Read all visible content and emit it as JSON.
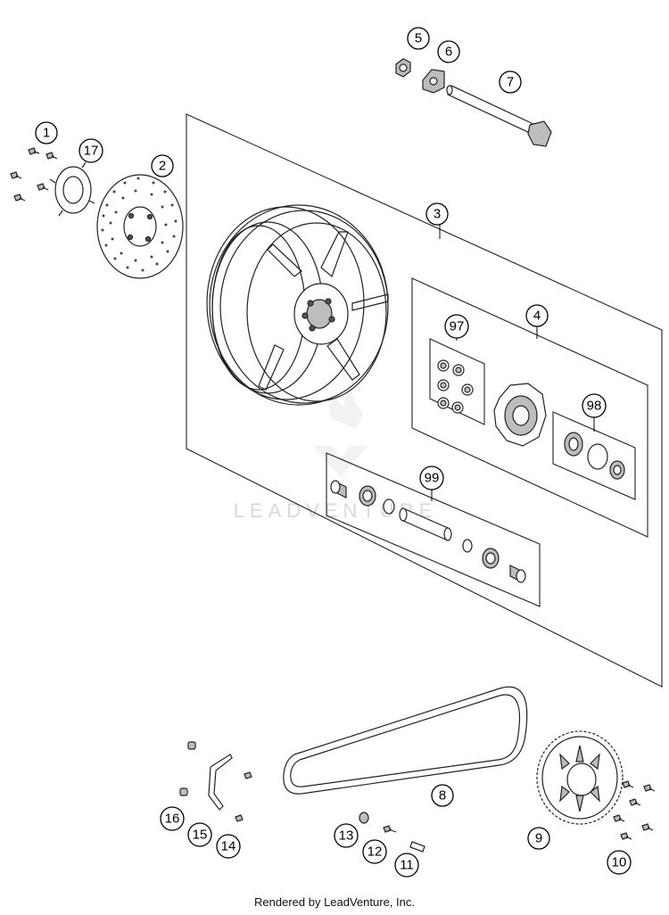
{
  "callouts": {
    "c1": "1",
    "c2": "2",
    "c3": "3",
    "c4": "4",
    "c5": "5",
    "c6": "6",
    "c7": "7",
    "c8": "8",
    "c9": "9",
    "c10": "10",
    "c11": "11",
    "c12": "12",
    "c13": "13",
    "c14": "14",
    "c15": "15",
    "c16": "16",
    "c17": "17",
    "c97": "97",
    "c98": "98",
    "c99": "99"
  },
  "watermark": "LEADVENTURE",
  "footer": "Rendered by LeadVenture, Inc."
}
